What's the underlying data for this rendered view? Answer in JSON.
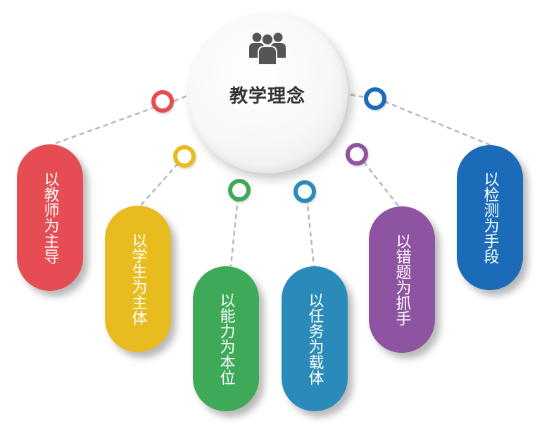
{
  "hub": {
    "title": "教学理念",
    "icon": "users-group-icon",
    "icon_color": "#555555"
  },
  "principles": [
    {
      "label": "以教师为主导",
      "color": "#e54d52"
    },
    {
      "label": "以学生为主体",
      "color": "#e8bb1e"
    },
    {
      "label": "以能力为本位",
      "color": "#3eaa57"
    },
    {
      "label": "以任务为载体",
      "color": "#2a8bba"
    },
    {
      "label": "以错题为抓手",
      "color": "#8e53a1"
    },
    {
      "label": "以检测为手段",
      "color": "#1b6bb8"
    }
  ],
  "connector_color": "#b8b8b8"
}
